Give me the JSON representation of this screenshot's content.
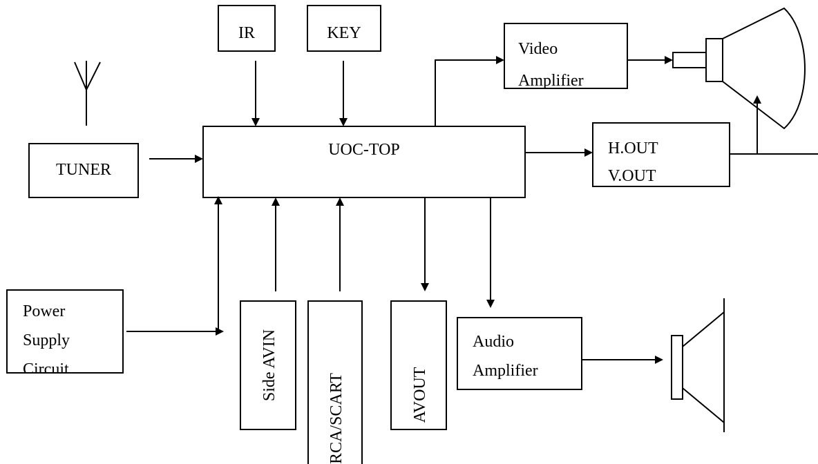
{
  "diagram": {
    "blocks": {
      "ir": "IR",
      "key": "KEY",
      "video_amplifier": [
        "Video",
        "Amplifier"
      ],
      "tuner": "TUNER",
      "uoc_top": "UOC-TOP",
      "hv_out": [
        "H.OUT",
        "V.OUT"
      ],
      "power_supply": [
        "Power",
        "Supply",
        "Circuit"
      ],
      "side_avin": "Side AVIN",
      "rca_scart": "RCA/SCART",
      "avout": "AVOUT",
      "audio_amplifier": [
        "Audio",
        "Amplifier"
      ]
    }
  }
}
